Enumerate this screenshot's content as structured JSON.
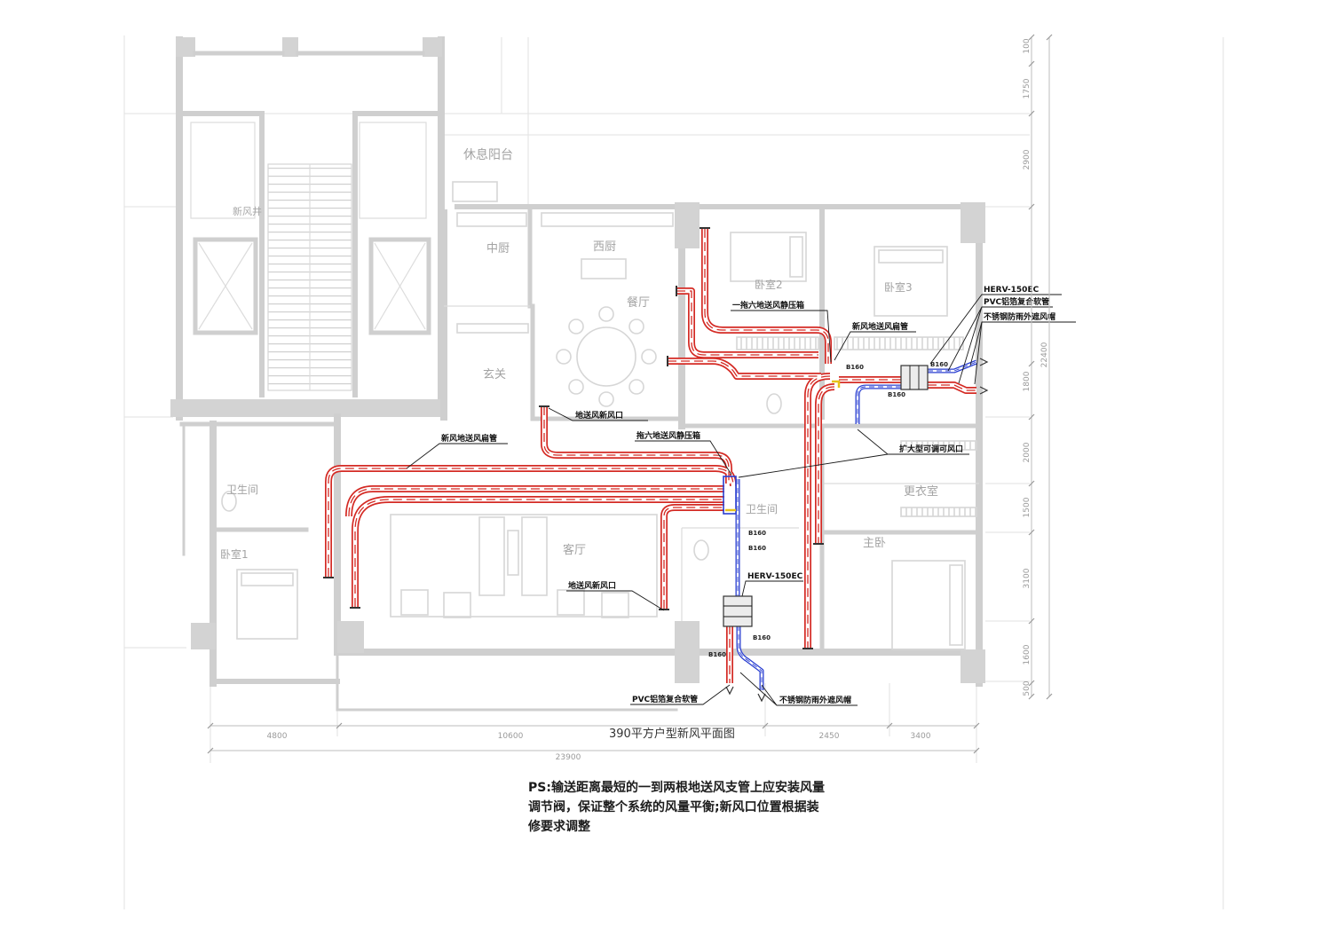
{
  "drawing_title": "390平方户型新风平面图",
  "rooms": {
    "balcony": "休息阳台",
    "chinese_kitchen": "中厨",
    "western_kitchen": "西厨",
    "dining": "餐厅",
    "foyer": "玄关",
    "bedroom2": "卧室2",
    "bedroom3": "卧室3",
    "master_bath": "卫生间",
    "closet": "更衣室",
    "master_bedroom": "主卧",
    "living": "客厅",
    "bedroom1": "卧室1",
    "bath1": "卫生间",
    "shaft": "新风井"
  },
  "annotations": {
    "static_box_top": "一拖六地送风静压箱",
    "flat_duct_top": "新风地送风扁管",
    "herv_top": "HERV-150EC",
    "pvc_top": "PVC铝箔复合软管",
    "cap_top": "不锈钢防雨外遮风帽",
    "outlet_dining": "地送风新风口",
    "flat_duct_left": "新风地送风扁管",
    "static_box_mid": "拖六地送风静压箱",
    "ceiling_vent": "扩大型可调可风口",
    "outlet_living": "地送风新风口",
    "herv_bottom": "HERV-150EC",
    "pvc_bottom": "PVC铝箔复合软管",
    "cap_bottom": "不锈钢防雨外遮风帽"
  },
  "duct_sizes": [
    "B160",
    "B160",
    "B160",
    "B160",
    "B160",
    "B160",
    "B160"
  ],
  "dimensions": {
    "vertical": [
      "100",
      "1750",
      "2900",
      "22400",
      "1800",
      "2000",
      "1500",
      "3100",
      "1600",
      "500"
    ],
    "horizontal": [
      "4800",
      "10600",
      "2450",
      "3400"
    ],
    "overall_width": "23900"
  },
  "notes": [
    "PS:输送距离最短的一到两根地送风支管上应安装风量",
    "调节阀，保证整个系统的风量平衡;新风口位置根据装",
    "修要求调整"
  ],
  "colors": {
    "supply_duct": "#d42a24",
    "fresh_duct": "#2a3fd1",
    "wall": "#cfcfcf",
    "annotation": "#111111"
  }
}
